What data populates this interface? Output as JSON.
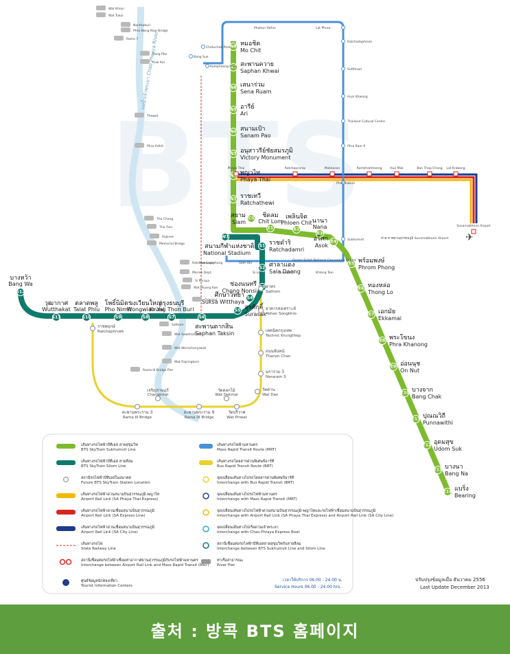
{
  "sukhumvit_stations": [
    {
      "code": "N8",
      "th": "หมอชิต",
      "en": "Mo Chit"
    },
    {
      "code": "N7",
      "th": "สะพานควาย",
      "en": "Saphan Khwai"
    },
    {
      "code": "N6",
      "th": "เสนาร่วม",
      "en": "Sena Ruam"
    },
    {
      "code": "N5",
      "th": "อารีย์",
      "en": "Ari"
    },
    {
      "code": "N4",
      "th": "สนามเป้า",
      "en": "Sanam Pao"
    },
    {
      "code": "N3",
      "th": "อนุสาวรีย์ชัยสมรภูมิ",
      "en": "Victory Monument"
    },
    {
      "code": "N2",
      "th": "พญาไท",
      "en": "Phaya Thai"
    },
    {
      "code": "N1",
      "th": "ราชเทวี",
      "en": "Ratchathewi"
    },
    {
      "code": "CS",
      "th": "สยาม",
      "en": "Siam"
    },
    {
      "code": "E1",
      "th": "ชิดลม",
      "en": "Chit Lom"
    },
    {
      "code": "E2",
      "th": "เพลินจิต",
      "en": "Phloen Chit"
    },
    {
      "code": "E3",
      "th": "นานา",
      "en": "Nana"
    },
    {
      "code": "E4",
      "th": "อโศก",
      "en": "Asok"
    },
    {
      "code": "E5",
      "th": "พร้อมพงษ์",
      "en": "Phrom Phong"
    },
    {
      "code": "E6",
      "th": "ทองหล่อ",
      "en": "Thong Lo"
    },
    {
      "code": "E7",
      "th": "เอกมัย",
      "en": "Ekkamai"
    },
    {
      "code": "E8",
      "th": "พระโขนง",
      "en": "Phra Khanong"
    },
    {
      "code": "E9",
      "th": "อ่อนนุช",
      "en": "On Nut"
    },
    {
      "code": "E10",
      "th": "บางจาก",
      "en": "Bang Chak"
    },
    {
      "code": "E11",
      "th": "ปุณณวิถี",
      "en": "Punnawithi"
    },
    {
      "code": "E12",
      "th": "อุดมสุข",
      "en": "Udom Suk"
    },
    {
      "code": "E13",
      "th": "บางนา",
      "en": "Bang Na"
    },
    {
      "code": "E14",
      "th": "แบริ่ง",
      "en": "Bearing"
    }
  ],
  "silom_stations": [
    {
      "code": "W1",
      "th": "สนามกีฬาแห่งชาติ",
      "en": "National Stadium"
    },
    {
      "code": "S1",
      "th": "ราชดำริ",
      "en": "Ratchadamri"
    },
    {
      "code": "S2",
      "th": "ศาลาแดง",
      "en": "Sala Daeng"
    },
    {
      "code": "S3",
      "th": "ช่องนนทรี",
      "en": "Chong Nonsi"
    },
    {
      "code": "S4",
      "th": "ศึกษาวิทยา",
      "en": "Suksa Witthaya"
    },
    {
      "code": "S5",
      "th": "สุรศักดิ์",
      "en": "Surasak"
    },
    {
      "code": "S6",
      "th": "สะพานตากสิน",
      "en": "Saphan Taksin"
    },
    {
      "code": "S7",
      "th": "กรุงธนบุรี",
      "en": "Krung Thon Buri"
    },
    {
      "code": "S8",
      "th": "วงเวียนใหญ่",
      "en": "Wongwian Yai"
    },
    {
      "code": "S9",
      "th": "โพธิ์นิมิตร",
      "en": "Pho Nimit"
    },
    {
      "code": "S10",
      "th": "ตลาดพลู",
      "en": "Talat Phlu"
    },
    {
      "code": "S11",
      "th": "วุฒากาศ",
      "en": "Wutthakat"
    },
    {
      "code": "S12",
      "th": "บางหว้า",
      "en": "Bang Wa"
    }
  ],
  "brt_stations": [
    {
      "th": "สาทร",
      "en": "Sathorn"
    },
    {
      "th": "อาคารสงเคราะห์",
      "en": "Akhan Songkhro"
    },
    {
      "th": "เทคนิคกรุงเทพ",
      "en": "Technic Krungthep"
    },
    {
      "th": "ถนนจันทน์",
      "en": "Thanon Chan"
    },
    {
      "th": "นราราม 3",
      "en": "Nararam 3"
    },
    {
      "th": "วัดด่าน",
      "en": "Wat Dan"
    },
    {
      "th": "วัดปริวาศ",
      "en": "Wat Priwat"
    },
    {
      "th": "วัดดอกไม้",
      "en": "Wat Dokmai"
    },
    {
      "th": "สะพานพระราม 9",
      "en": "Rama IX Bridge"
    },
    {
      "th": "เจริญราษฎร์",
      "en": "Charoenrat"
    },
    {
      "th": "สะพานพระราม 3",
      "en": "Rama III Bridge"
    },
    {
      "th": "ราชพฤกษ์",
      "en": "Ratchaphruek"
    }
  ],
  "mrt_labels": [
    "Phahon Yothin",
    "Lat Phrao",
    "Ratchadaphisek",
    "Sutthisan",
    "Huai Khwang",
    "Thailand Cultural Centre",
    "Phra Ram 9",
    "Phetchaburi",
    "Sukhumvit",
    "Queen Sirikit National Convention Centre",
    "Khlong Toei",
    "Lumphini",
    "Si Lom",
    "Sam Yan",
    "Hua Lamphong",
    "Chatuchak Park",
    "Kamphaeng Phet",
    "Bang Sue"
  ],
  "arl_labels": [
    "Phaya Thai",
    "Ratchaprarop",
    "Makkasan",
    "Ramkhamhaeng",
    "Hua Mak",
    "Ban Thap Chang",
    "Lat Krabang",
    "Suvarnabhumi Airport"
  ],
  "airport_label": "ท่าอากาศยานสุวรรณภูมิ Suvarnabhumi Airport",
  "piers": [
    "Wat Khian",
    "Wat Tukai",
    "Nonthaburi",
    "Phra Nang Klao Bridge",
    "Rama 7",
    "Bang Pho",
    "Kiak Kai",
    "Thewet",
    "Phra Arthit",
    "Tha Chang",
    "Tha Tien",
    "Rajinee",
    "Memorial Bridge",
    "Ratchawongse",
    "Marine Dept.",
    "Si Phraya",
    "Wat Muang Kae",
    "Oriental",
    "Sathorn",
    "Wat Sawetachat",
    "Wat Worachanyawat",
    "Wat Rajsingkorn",
    "Rama III Bridge Pier"
  ],
  "legend": [
    {
      "th": "เส้นทางรถไฟฟ้าบีทีเอส สายสุขุมวิท",
      "en": "BTS SkyTrain Sukhumvit Line",
      "color": "#7dbb2e",
      "kind": "bar"
    },
    {
      "th": "เส้นทางรถไฟฟ้าบีทีเอส สายสีลม",
      "en": "BTS SkyTrain Silom Line",
      "color": "#0f7a6b",
      "kind": "bar"
    },
    {
      "th": "สถานีรถไฟฟ้าบีทีเอสในอนาคต",
      "en": "Future BTS SkyTrain Station Location",
      "color": "#999999",
      "kind": "circle"
    },
    {
      "th": "เส้นทางรถไฟฟ้าด่วนสนามบินสุวรรณภูมิ-พญาไท",
      "en": "Airport Rail Link (SA Phaya Thai Express)",
      "color": "#f5b800",
      "kind": "bar"
    },
    {
      "th": "เส้นทางรถไฟฟ้าด่วนเชื่อมสนามบินสุวรรณภูมิ",
      "en": "Airport Rail Link (SA Express Line)",
      "color": "#d8261f",
      "kind": "bar"
    },
    {
      "th": "เส้นทางรถไฟฟ้าด่วนเชื่อมสนามบินสุวรรณภูมิ",
      "en": "Airport Rail Link (SA City Line)",
      "color": "#1d3a8f",
      "kind": "bar"
    },
    {
      "th": "เส้นทางรถไฟ",
      "en": "State Railway Line",
      "color": "#d8261f",
      "kind": "dash"
    },
    {
      "th": "สถานีเชื่อมต่อรถไฟฟ้าเชื่อมท่าอากาศยานสุวรรณภูมิกับรถไฟฟ้ามหานคร",
      "en": "Interchange between Airport Rail Link and Mass Rapid Transit (MRT)",
      "color": "#d8261f",
      "kind": "interchange"
    },
    {
      "th": "ศูนย์ข้อมูลนักท่องเที่ยว",
      "en": "Tourist Information Centers",
      "color": "#1d3a8f",
      "kind": "info"
    }
  ],
  "legend_right": [
    {
      "th": "เส้นทางรถไฟฟ้ามหานคร",
      "en": "Mass Rapid Transit Route (MRT)",
      "color": "#4a90d9",
      "kind": "bar"
    },
    {
      "th": "เส้นทางรถโดยสารด่วนพิเศษบีอาร์ที",
      "en": "Bus Rapid Transit Route (BRT)",
      "color": "#e8d22a",
      "kind": "bar"
    },
    {
      "th": "จุดเปลี่ยนเส้นทางไปรถโดยสารด่วนพิเศษบีอาร์ที",
      "en": "Interchange with Bus Rapid Transit (BRT)",
      "color": "#e8d22a",
      "kind": "icon"
    },
    {
      "th": "จุดเปลี่ยนเส้นทางไปรถไฟฟ้ามหานคร",
      "en": "Interchange with Mass Rapid Transit (MRT)",
      "color": "#1d3a8f",
      "kind": "icon"
    },
    {
      "th": "จุดเปลี่ยนเส้นทางไปรถไฟฟ้าด่วนสนามบินสุวรรณภูมิ-พญาไทและรถไฟฟ้าเชื่อมสนามบินสุวรรณภูมิ",
      "en": "Interchange with Airport Rail Link (SA Phaya Thai Express) and Airport Rail Link (SA City Line)",
      "color": "#f5b800",
      "kind": "icon"
    },
    {
      "th": "จุดเปลี่ยนเส้นทางไปเรือด่วนเจ้าพระยา",
      "en": "Interchange with Chao Phraya Express Boat",
      "color": "#2aa9c9",
      "kind": "icon"
    },
    {
      "th": "สถานีเชื่อมต่อรถไฟฟ้าบีทีเอสสายสุขุมวิทกับสายสีลม",
      "en": "Interchange between BTS Sukhumvit Line and Silom Line",
      "color": "#0f7a6b",
      "kind": "icon"
    },
    {
      "th": "ท่าเรือสาธารณะ",
      "en": "River Pier",
      "color": "#999999",
      "kind": "pier"
    }
  ],
  "service_hours": {
    "th": "เวลาให้บริการ 06.00 - 24.00 น.",
    "en": "Service Hours 06.00 - 24.00 hrs."
  },
  "last_update": {
    "th": "ปรับปรุงข้อมูลเมื่อ ธันวาคม 2556",
    "en": "Last Update December 2013"
  },
  "river_label": "แม่น้ำเจ้าพระยา Chao Phraya River",
  "footer_text": "출처 : 방콕 BTS 홈페이지",
  "colors": {
    "sukhumvit": "#7dbb2e",
    "silom": "#0f7a6b",
    "mrt": "#4a90d9",
    "brt": "#e8d22a",
    "arl_red": "#d8261f",
    "arl_blue": "#1d3a8f",
    "arl_yellow": "#f5b800",
    "footer": "#5f9e3e"
  }
}
